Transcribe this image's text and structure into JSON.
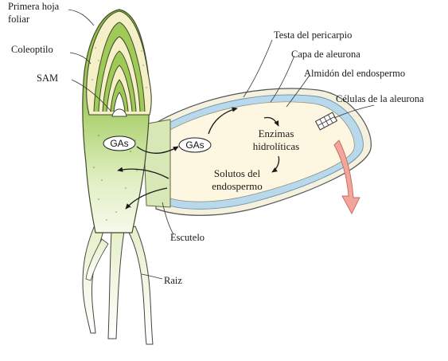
{
  "labels": {
    "primera_hoja_1": "Primera hoja",
    "primera_hoja_2": "foliar",
    "coleoptilo": "Coleoptilo",
    "sam": "SAM",
    "testa": "Testa del pericarpio",
    "capa_aleurona": "Capa de aleurona",
    "almidon": "Almidón del endospermo",
    "celulas_aleurona": "Células de la aleurona",
    "gas_embryo": "GAs",
    "gas_seed": "GAs",
    "enzimas_1": "Enzimas",
    "enzimas_2": "hidrolíticas",
    "solutos_1": "Solutos del",
    "solutos_2": "endospermo",
    "escutelo": "Escutelo",
    "raiz": "Raiz"
  },
  "colors": {
    "plant_green": "#8cbf3f",
    "plant_pale": "#e8f1cf",
    "coleoptile_fill": "#f6f0c8",
    "seed_coat": "#f4f1df",
    "aleurone_blue": "#b8d8ec",
    "endosperm": "#fdf6e0",
    "secretion_arrow": "#f2a59a"
  }
}
